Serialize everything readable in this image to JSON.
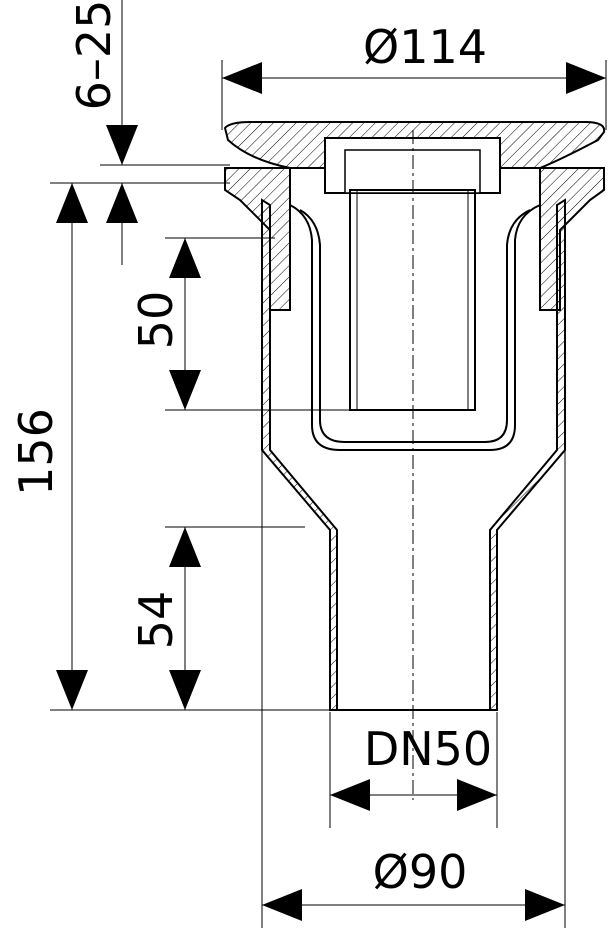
{
  "drawing": {
    "title": "Drain cross-section dimensions",
    "dimensions": {
      "top_diameter": "Ø114",
      "height_adjust": "6–25",
      "total_height": "156",
      "water_seal": "50",
      "outlet_length": "54",
      "outlet_size": "DN50",
      "body_diameter": "Ø90"
    },
    "colors": {
      "line": "#000000",
      "background": "#ffffff"
    }
  }
}
